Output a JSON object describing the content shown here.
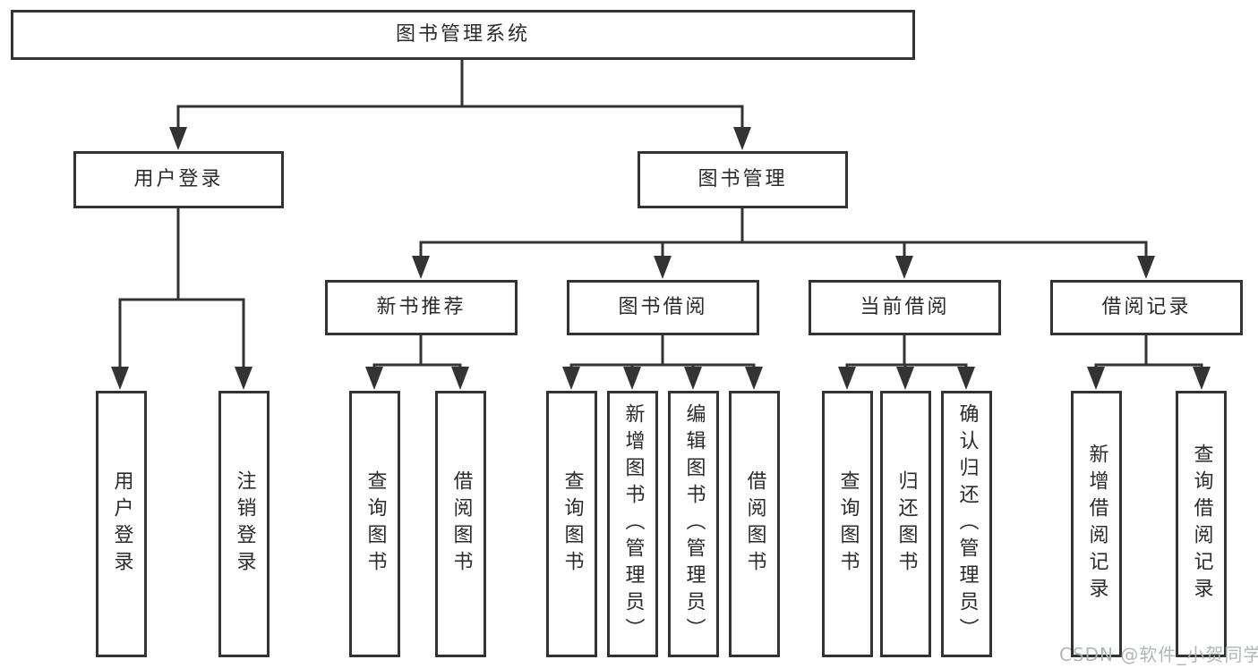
{
  "diagram": {
    "root": {
      "label": "图书管理系统"
    },
    "branches": [
      {
        "label": "用户登录",
        "children": [
          {
            "label": "用户登录"
          },
          {
            "label": "注销登录"
          }
        ]
      },
      {
        "label": "图书管理",
        "children": [
          {
            "label": "新书推荐",
            "children": [
              {
                "label": "查询图书"
              },
              {
                "label": "借阅图书"
              }
            ]
          },
          {
            "label": "图书借阅",
            "children": [
              {
                "label": "查询图书"
              },
              {
                "label": "新增图书（管理员）"
              },
              {
                "label": "编辑图书（管理员）"
              },
              {
                "label": "借阅图书"
              }
            ]
          },
          {
            "label": "当前借阅",
            "children": [
              {
                "label": "查询图书"
              },
              {
                "label": "归还图书"
              },
              {
                "label": "确认归还（管理员）"
              }
            ]
          },
          {
            "label": "借阅记录",
            "children": [
              {
                "label": "新增借阅记录"
              },
              {
                "label": "查询借阅记录"
              }
            ]
          }
        ]
      }
    ]
  },
  "watermark": {
    "text": "CSDN @软件_小贺同学"
  },
  "colors": {
    "line": "#333333",
    "text": "#2b2b2b",
    "box_background": "#ffffff",
    "watermark": "#adb2b9"
  }
}
